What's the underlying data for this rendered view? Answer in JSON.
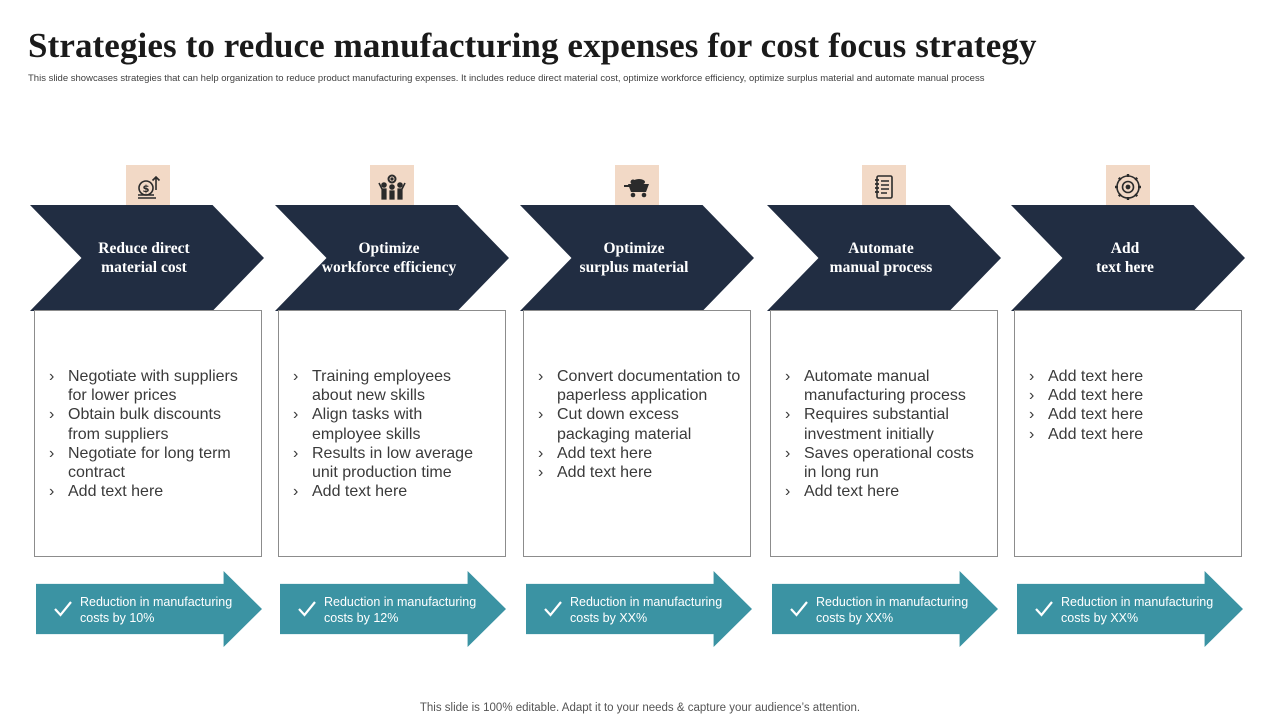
{
  "title": "Strategies to reduce manufacturing expenses for cost focus strategy",
  "subtitle": "This slide showcases strategies that can help organization to reduce product manufacturing expenses. It includes reduce direct material cost, optimize workforce efficiency, optimize surplus material and automate manual process",
  "footer": "This slide is 100% editable. Adapt it to your needs & capture your audience’s attention.",
  "colors": {
    "chevron": "#212d42",
    "icon_box": "#f2d9c6",
    "arrow": "#3b93a3",
    "card_border": "#8c8c8c"
  },
  "columns": [
    {
      "icon": "money-growth-icon",
      "heading": [
        "Reduce direct",
        "material cost"
      ],
      "bullets": [
        [
          "Negotiate with suppliers",
          "for lower prices"
        ],
        [
          "Obtain bulk discounts",
          "from suppliers"
        ],
        [
          "Negotiate for long term",
          "contract"
        ],
        [
          "Add text here"
        ]
      ],
      "result": [
        "Reduction in manufacturing",
        "costs by 10%"
      ]
    },
    {
      "icon": "team-gears-icon",
      "heading": [
        "Optimize",
        "workforce efficiency"
      ],
      "bullets": [
        [
          "Training employees",
          "about new skills"
        ],
        [
          "Align tasks with",
          "employee skills"
        ],
        [
          "Results in low average",
          "unit production time"
        ],
        [
          "Add text here"
        ]
      ],
      "result": [
        "Reduction in manufacturing",
        "costs by 12%"
      ]
    },
    {
      "icon": "mining-cart-icon",
      "heading": [
        "Optimize",
        "surplus material"
      ],
      "bullets": [
        [
          "Convert documentation to",
          "paperless application"
        ],
        [
          "Cut down excess",
          "packaging material"
        ],
        [
          "Add text here"
        ],
        [
          "Add text here"
        ]
      ],
      "result": [
        "Reduction in manufacturing",
        "costs by XX%"
      ]
    },
    {
      "icon": "notebook-icon",
      "heading": [
        "Automate",
        "manual process"
      ],
      "bullets": [
        [
          "Automate manual",
          "manufacturing process"
        ],
        [
          "Requires substantial",
          "investment initially"
        ],
        [
          "Saves operational costs",
          "in long run"
        ],
        [
          "Add text here"
        ]
      ],
      "result": [
        "Reduction in manufacturing",
        "costs by XX%"
      ]
    },
    {
      "icon": "gear-cycle-icon",
      "heading": [
        "Add",
        "text here"
      ],
      "bullets": [
        [
          "Add text here"
        ],
        [
          "Add text here"
        ],
        [
          "Add text here"
        ],
        [
          "Add text here"
        ]
      ],
      "result": [
        "Reduction in manufacturing",
        "costs by XX%"
      ]
    }
  ]
}
